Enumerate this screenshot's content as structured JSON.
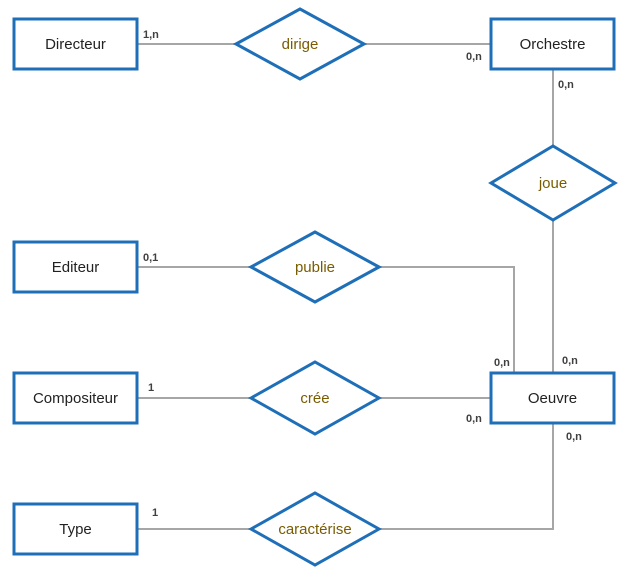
{
  "colors": {
    "shape_stroke": "#1f6fb8",
    "connector": "#a6a6a6",
    "relation_text": "#7a5c00",
    "entity_text": "#222222",
    "cardinality_text": "#404040"
  },
  "entities": {
    "directeur": "Directeur",
    "orchestre": "Orchestre",
    "editeur": "Editeur",
    "compositeur": "Compositeur",
    "oeuvre": "Oeuvre",
    "type": "Type"
  },
  "relations": {
    "dirige": "dirige",
    "joue": "joue",
    "publie": "publie",
    "cree": "crée",
    "caracterise": "caractérise"
  },
  "cardinalities": {
    "directeur_dirige": "1,n",
    "orchestre_dirige": "0,n",
    "orchestre_joue": "0,n",
    "editeur_publie": "0,1",
    "oeuvre_publie": "0,n",
    "oeuvre_joue": "0,n",
    "compositeur_cree": "1",
    "oeuvre_cree": "0,n",
    "oeuvre_caracterise": "0,n",
    "type_caracterise": "1"
  }
}
